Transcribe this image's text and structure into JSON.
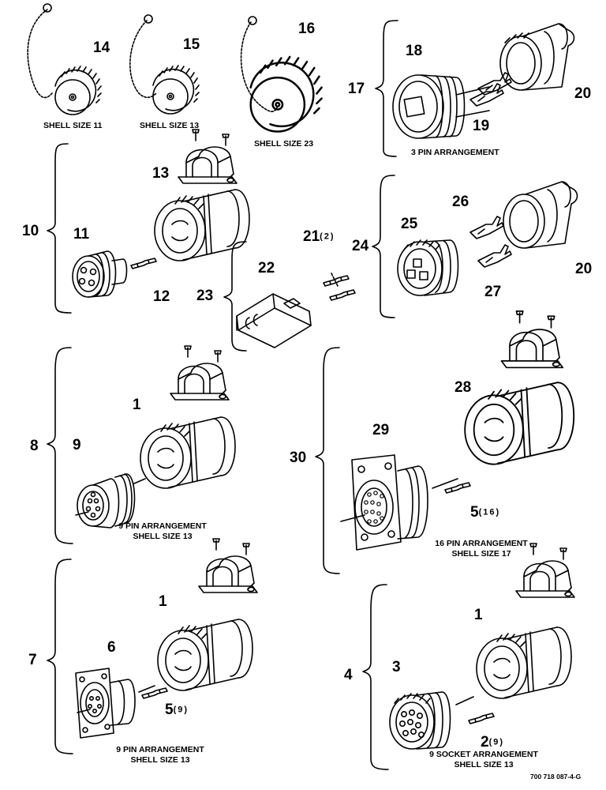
{
  "callouts": {
    "c1a": "1",
    "c1b": "1",
    "c1c": "1",
    "c2": "2",
    "c2_qty": "(9)",
    "c3": "3",
    "c4": "4",
    "c5a": "5",
    "c5a_qty": "(16)",
    "c5b": "5",
    "c5b_qty": "(9)",
    "c6": "6",
    "c7": "7",
    "c8": "8",
    "c9": "9",
    "c10": "10",
    "c11": "11",
    "c12": "12",
    "c13": "13",
    "c14": "14",
    "c15": "15",
    "c16": "16",
    "c17": "17",
    "c18": "18",
    "c19": "19",
    "c20a": "20",
    "c20b": "20",
    "c21": "21",
    "c21_qty": "(2)",
    "c22": "22",
    "c23": "23",
    "c24": "24",
    "c25": "25",
    "c26": "26",
    "c27": "27",
    "c28": "28",
    "c29": "29",
    "c30": "30"
  },
  "captions": {
    "shell11": "SHELL SIZE 11",
    "shell13": "SHELL SIZE 13",
    "shell23": "SHELL SIZE 23",
    "pin3": "3 PIN ARRANGEMENT",
    "pin9_a_l1": "9 PIN ARRANGEMENT",
    "pin9_a_l2": "SHELL SIZE 13",
    "pin16_l1": "16 PIN ARRANGEMENT",
    "pin16_l2": "SHELL SIZE 17",
    "pin9_b_l1": "9 PIN ARRANGEMENT",
    "pin9_b_l2": "SHELL SIZE 13",
    "sock9_l1": "9 SOCKET ARRANGEMENT",
    "sock9_l2": "SHELL SIZE 13"
  },
  "figure_code": "700 718 087-4-G"
}
